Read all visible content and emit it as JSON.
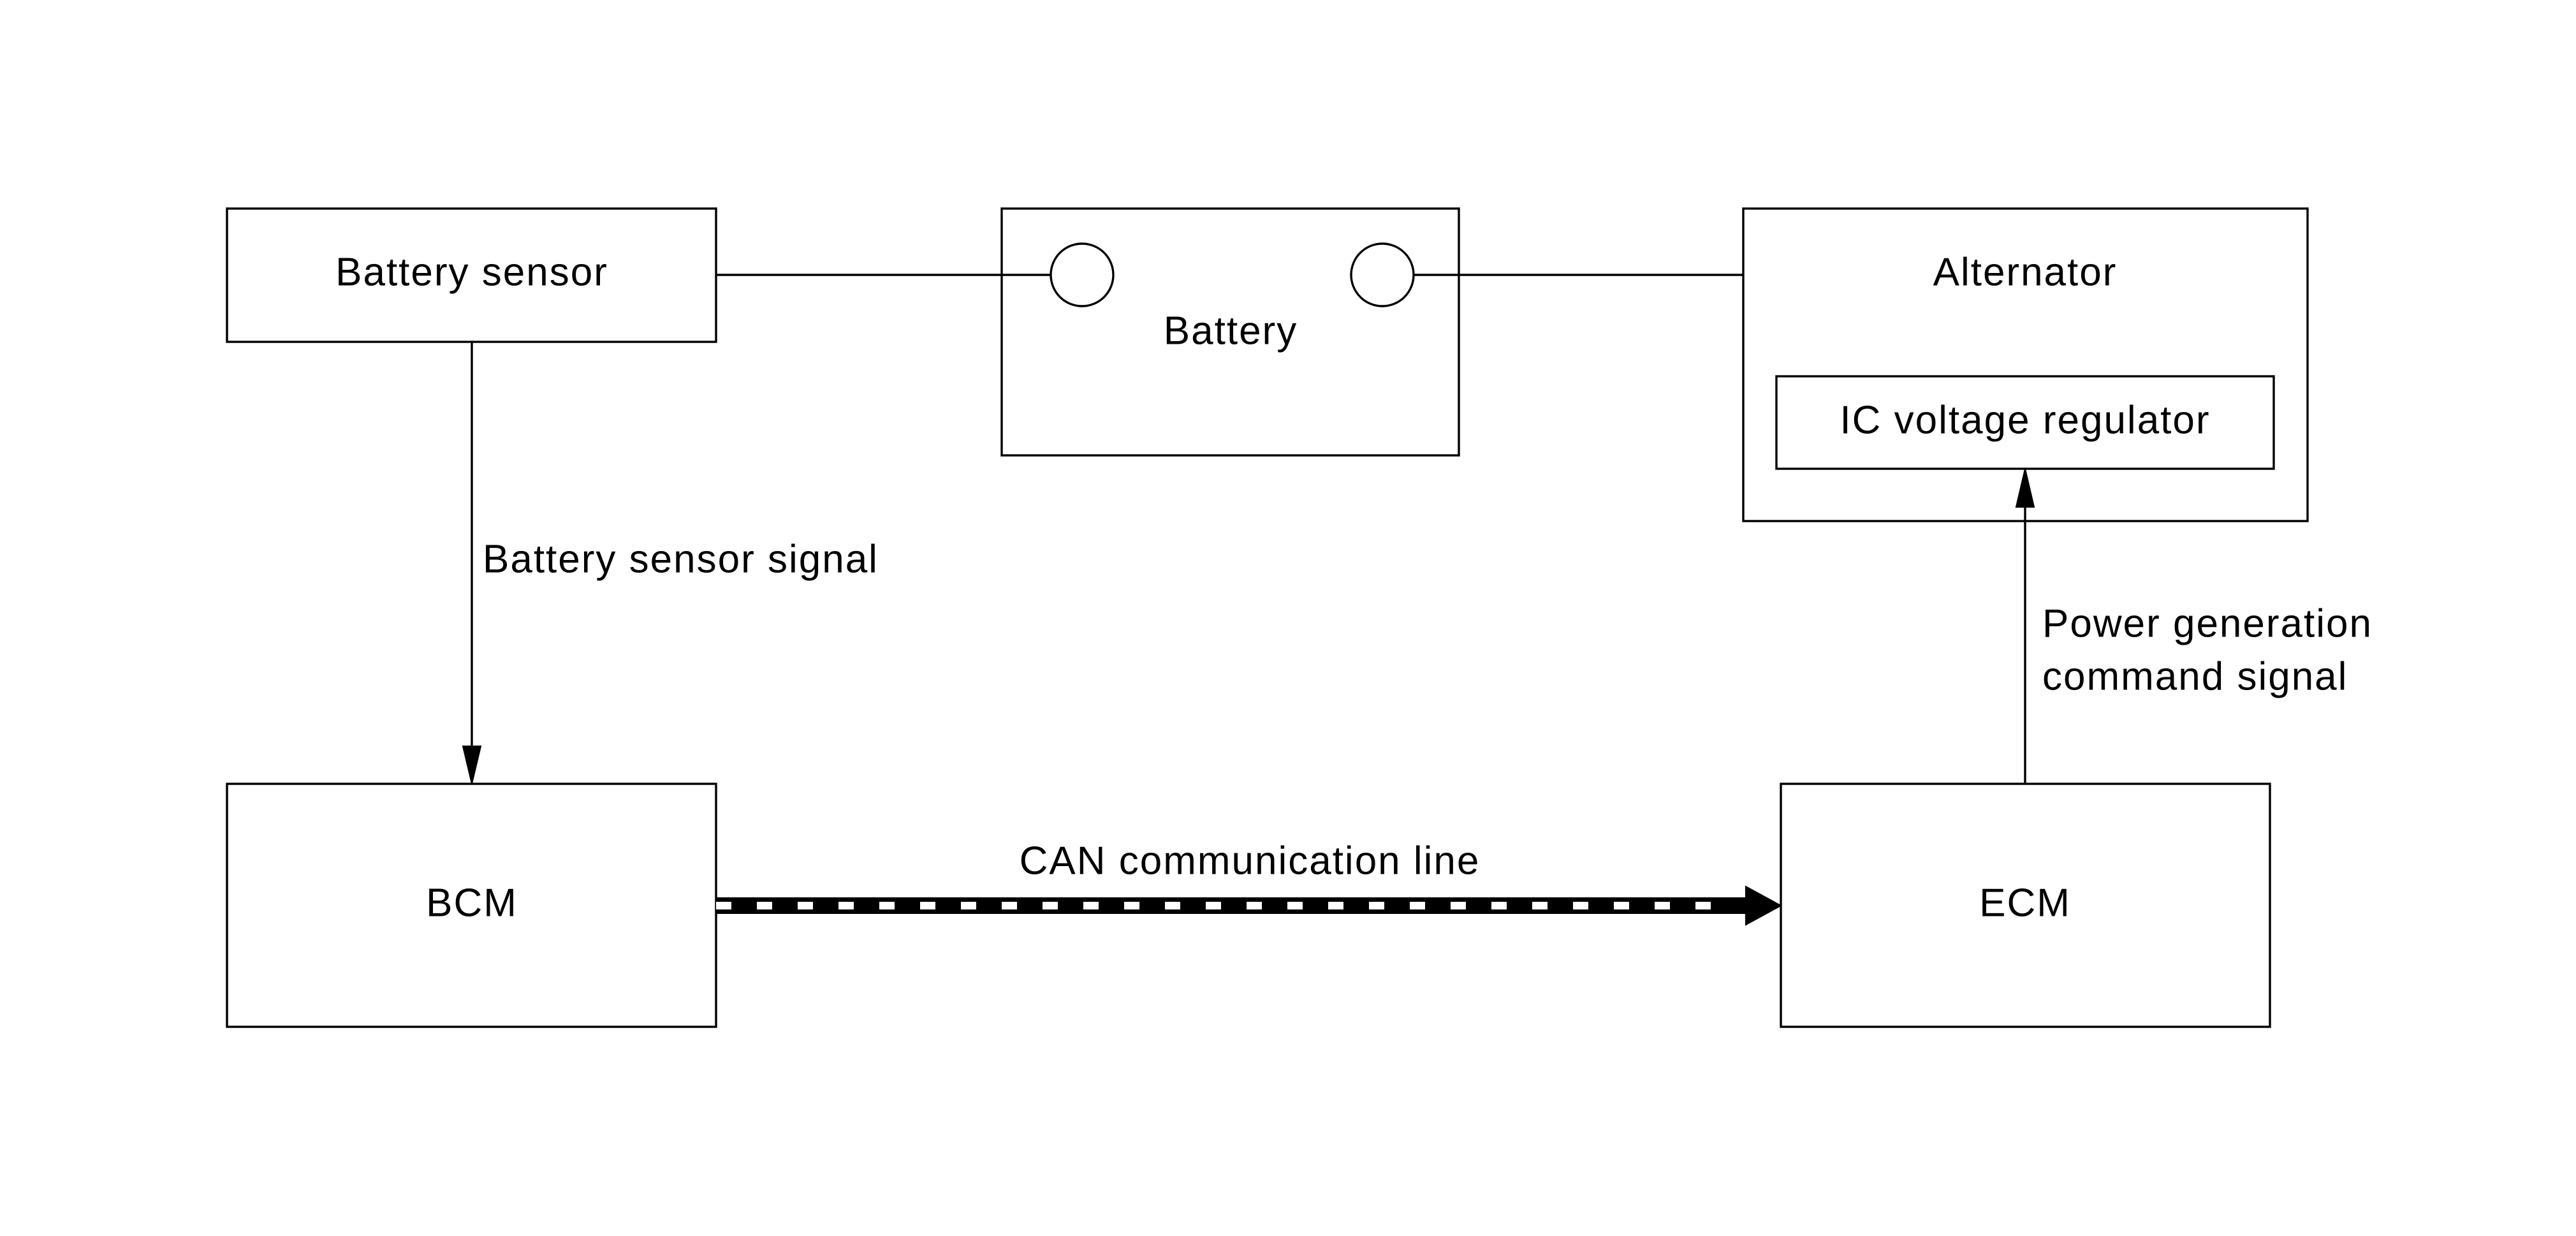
{
  "nodes": {
    "battery_sensor": "Battery sensor",
    "battery": "Battery",
    "alternator": "Alternator",
    "ic_voltage_regulator": "IC voltage regulator",
    "bcm": "BCM",
    "ecm": "ECM"
  },
  "edges": {
    "battery_sensor_signal": "Battery sensor signal",
    "power_generation_line1": "Power generation",
    "power_generation_line2": "command signal",
    "can_line": "CAN communication line"
  }
}
